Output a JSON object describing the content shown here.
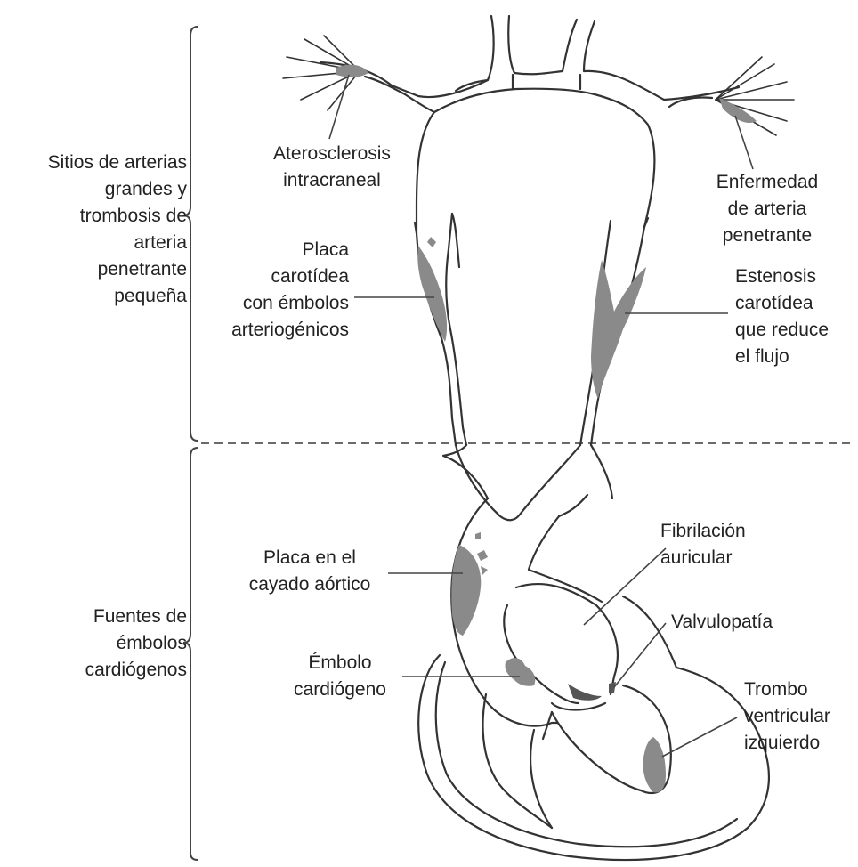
{
  "groups": {
    "upper": [
      "Sitios de arterias",
      "grandes y",
      "trombosis de",
      "arteria",
      "penetrante",
      "pequeña"
    ],
    "lower": [
      "Fuentes de",
      "émbolos",
      "cardiógenos"
    ]
  },
  "labels": {
    "intracranial": [
      "Aterosclerosis",
      "intracraneal"
    ],
    "penetrating": [
      "Enfermedad",
      "de arteria",
      "penetrante"
    ],
    "carotid_plaque": [
      "Placa",
      "carotídea",
      "con émbolos",
      "arteriogénicos"
    ],
    "carotid_stenosis": [
      "Estenosis",
      "carotídea",
      "que reduce",
      "el flujo"
    ],
    "arch_plaque": [
      "Placa en el",
      "cayado aórtico"
    ],
    "atrial_fib": [
      "Fibrilación",
      "auricular"
    ],
    "valve": [
      "Valvulopatía"
    ],
    "cardiac_embolus": [
      "Émbolo",
      "cardiógeno"
    ],
    "lv_thrombus": [
      "Trombo",
      "ventricular",
      "izquierdo"
    ]
  },
  "colors": {
    "outline": "#333333",
    "pathology": "#8a8a8a",
    "text": "#222222"
  }
}
